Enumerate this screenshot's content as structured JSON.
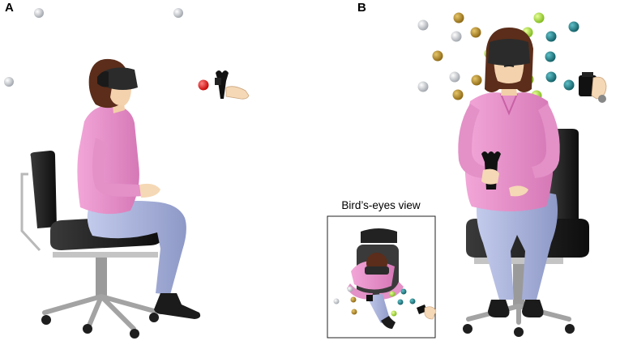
{
  "panels": [
    {
      "label": "A"
    },
    {
      "label": "B"
    }
  ],
  "inset": {
    "title": "Bird’s-eyes view"
  },
  "colors": {
    "target_gray": "#c9ccd1",
    "target_gold": "#b48a23",
    "target_green": "#a2d62a",
    "target_teal": "#1d7e86",
    "target_red": "#e41414",
    "shirt": "#e58bc8",
    "pants": "#a9b4dc",
    "hair": "#5b2d1a",
    "chair": "#1a1a1a",
    "skin": "#f5d8b5"
  }
}
